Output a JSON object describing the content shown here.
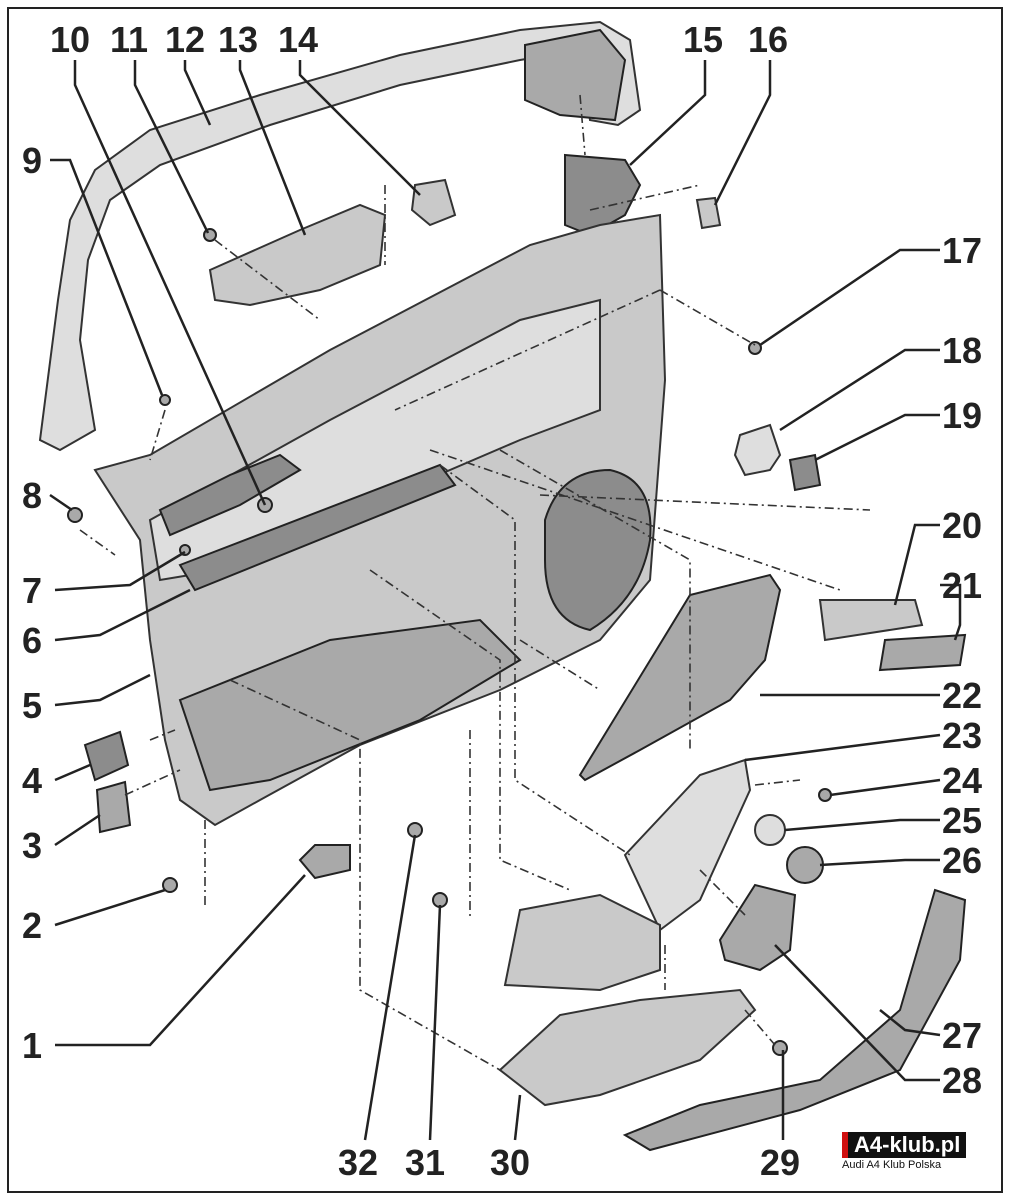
{
  "callouts": [
    {
      "id": "1",
      "label": "1"
    },
    {
      "id": "2",
      "label": "2"
    },
    {
      "id": "3",
      "label": "3"
    },
    {
      "id": "4",
      "label": "4"
    },
    {
      "id": "5",
      "label": "5"
    },
    {
      "id": "6",
      "label": "6"
    },
    {
      "id": "7",
      "label": "7"
    },
    {
      "id": "8",
      "label": "8"
    },
    {
      "id": "9",
      "label": "9"
    },
    {
      "id": "10",
      "label": "10"
    },
    {
      "id": "11",
      "label": "11"
    },
    {
      "id": "12",
      "label": "12"
    },
    {
      "id": "13",
      "label": "13"
    },
    {
      "id": "14",
      "label": "14"
    },
    {
      "id": "15",
      "label": "15"
    },
    {
      "id": "16",
      "label": "16"
    },
    {
      "id": "17",
      "label": "17"
    },
    {
      "id": "18",
      "label": "18"
    },
    {
      "id": "19",
      "label": "19"
    },
    {
      "id": "20",
      "label": "20"
    },
    {
      "id": "21",
      "label": "21"
    },
    {
      "id": "22",
      "label": "22"
    },
    {
      "id": "23",
      "label": "23"
    },
    {
      "id": "24",
      "label": "24"
    },
    {
      "id": "25",
      "label": "25"
    },
    {
      "id": "26",
      "label": "26"
    },
    {
      "id": "27",
      "label": "27"
    },
    {
      "id": "28",
      "label": "28"
    },
    {
      "id": "29",
      "label": "29"
    },
    {
      "id": "30",
      "label": "30"
    },
    {
      "id": "31",
      "label": "31"
    },
    {
      "id": "32",
      "label": "32"
    }
  ],
  "logo": {
    "main": "A4-klub.pl",
    "sub": "Audi A4 Klub Polska"
  },
  "colors": {
    "line": "#222222",
    "part_fill": "#c9c9c9",
    "logo_accent": "#d01010",
    "logo_bg": "#111111"
  }
}
